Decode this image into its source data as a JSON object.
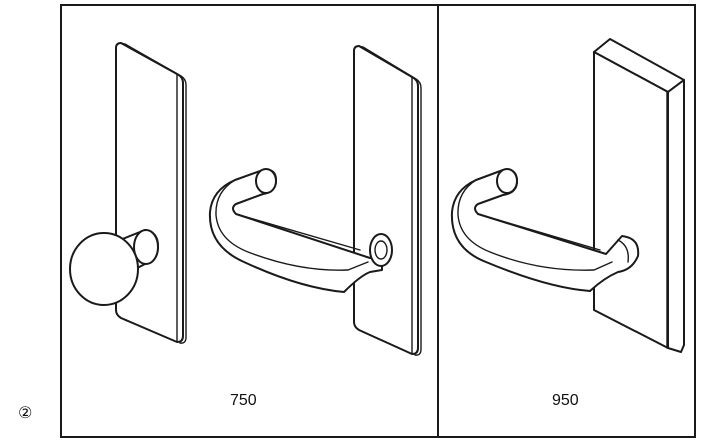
{
  "figure": {
    "marker": "②",
    "panels": [
      {
        "label": "750"
      },
      {
        "label": "950"
      }
    ]
  }
}
